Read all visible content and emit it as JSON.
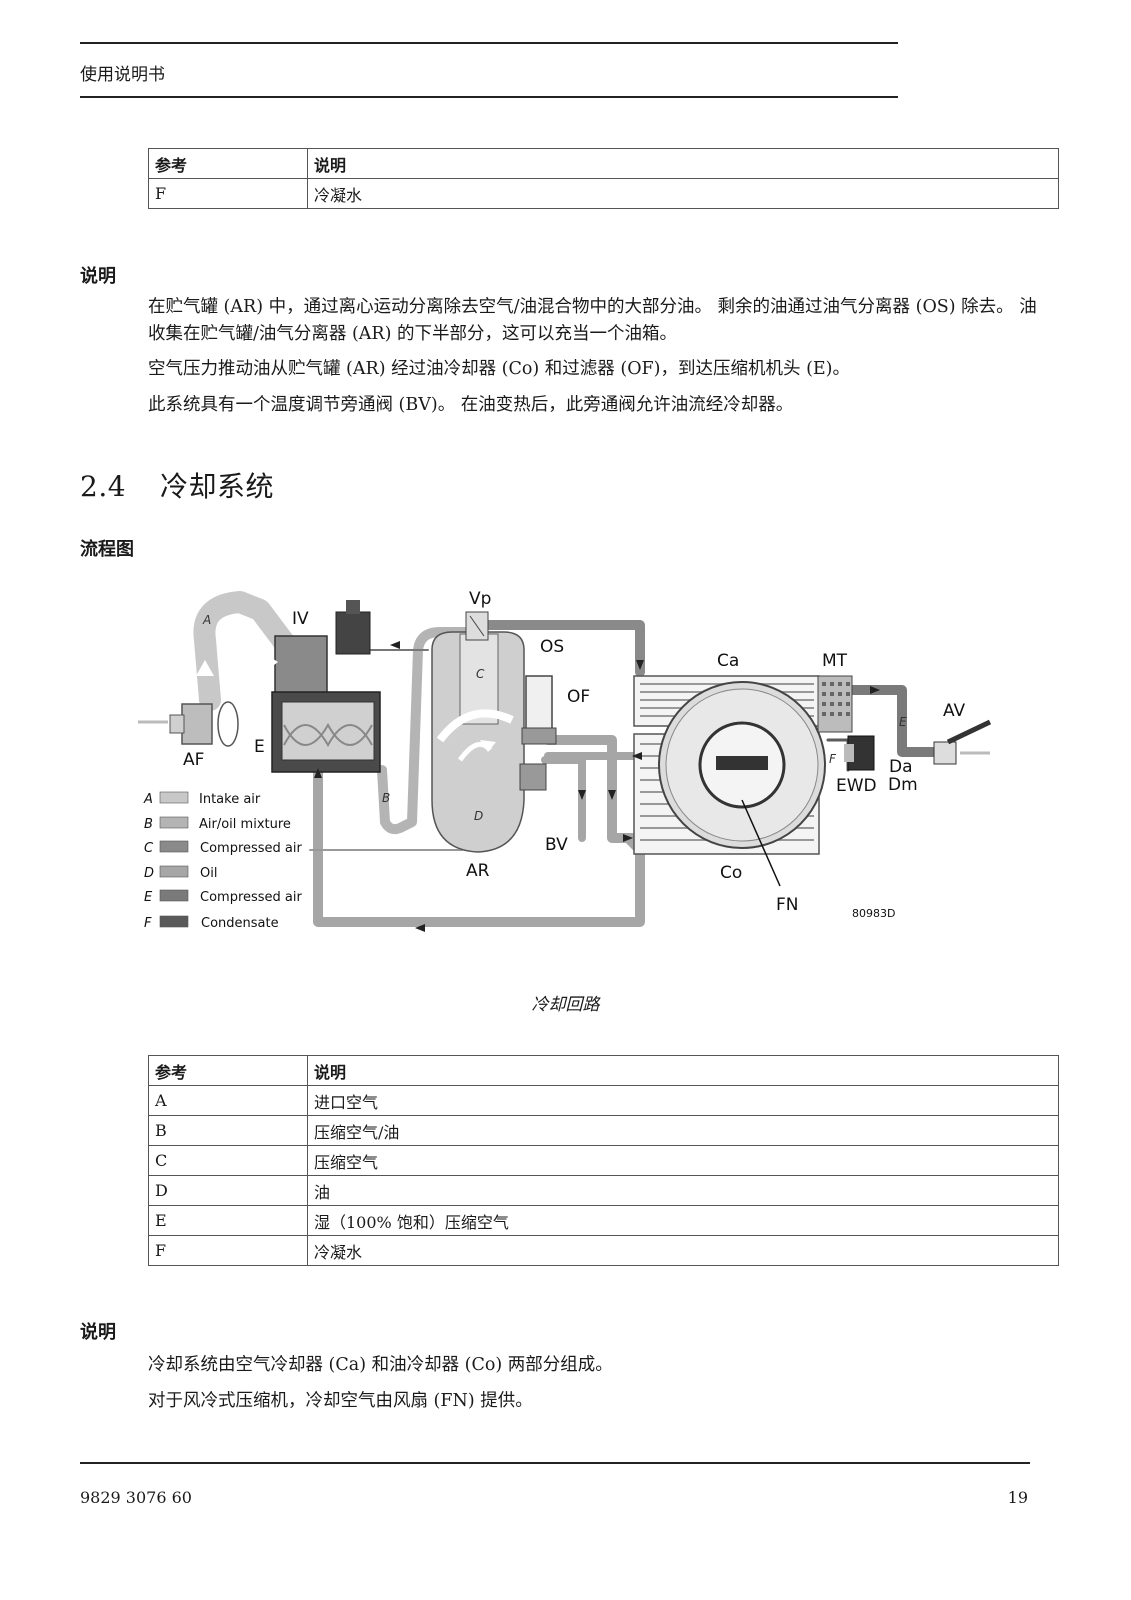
{
  "header": {
    "title": "使用说明书"
  },
  "table_top": {
    "col_ref": "参考",
    "col_desc": "说明",
    "rows": [
      {
        "ref": "F",
        "desc": "冷凝水"
      }
    ]
  },
  "section1": {
    "heading": "说明",
    "paragraphs": [
      "在贮气罐 (AR) 中，通过离心运动分离除去空气/油混合物中的大部分油。 剩余的油通过油气分离器 (OS) 除去。 油收集在贮气罐/油气分离器 (AR) 的下半部分，这可以充当一个油箱。",
      "空气压力推动油从贮气罐 (AR) 经过油冷却器 (Co) 和过滤器 (OF)，到达压缩机机头 (E)。",
      "此系统具有一个温度调节旁通阀 (BV)。 在油变热后，此旁通阀允许油流经冷却器。"
    ]
  },
  "section_2_4": {
    "number": "2.4",
    "title": "冷却系统"
  },
  "flow_heading": "流程图",
  "diagram": {
    "labels": {
      "vp": "Vp",
      "iv": "IV",
      "os": "OS",
      "of": "OF",
      "ca": "Ca",
      "mt": "MT",
      "av": "AV",
      "af": "AF",
      "e": "E",
      "ar": "AR",
      "bv": "BV",
      "co": "Co",
      "fn": "FN",
      "ewd": "EWD",
      "da": "Da",
      "dm": "Dm",
      "code": "80983D",
      "flow_a": "A",
      "flow_b": "B",
      "flow_c": "C",
      "flow_d": "D",
      "flow_e": "E",
      "flow_f": "F"
    },
    "legend": [
      {
        "letter": "A",
        "text": "Intake air",
        "color": "#c8c8c8"
      },
      {
        "letter": "B",
        "text": "Air/oil mixture",
        "color": "#b4b4b4"
      },
      {
        "letter": "C",
        "text": "Compressed air",
        "color": "#8a8a8a"
      },
      {
        "letter": "D",
        "text": "Oil",
        "color": "#a6a6a6"
      },
      {
        "letter": "E",
        "text": "Compressed air",
        "color": "#7a7a7a"
      },
      {
        "letter": "F",
        "text": "Condensate",
        "color": "#5a5a5a"
      }
    ]
  },
  "caption": "冷却回路",
  "table_bottom": {
    "col_ref": "参考",
    "col_desc": "说明",
    "rows": [
      {
        "ref": "A",
        "desc": "进口空气"
      },
      {
        "ref": "B",
        "desc": "压缩空气/油"
      },
      {
        "ref": "C",
        "desc": "压缩空气"
      },
      {
        "ref": "D",
        "desc": "油"
      },
      {
        "ref": "E",
        "desc": "湿（100% 饱和）压缩空气"
      },
      {
        "ref": "F",
        "desc": "冷凝水"
      }
    ]
  },
  "section2": {
    "heading": "说明",
    "paragraphs": [
      "冷却系统由空气冷却器 (Ca) 和油冷却器 (Co) 两部分组成。",
      "对于风冷式压缩机，冷却空气由风扇 (FN) 提供。"
    ]
  },
  "footer": {
    "doc_number": "9829 3076 60",
    "page": "19"
  }
}
